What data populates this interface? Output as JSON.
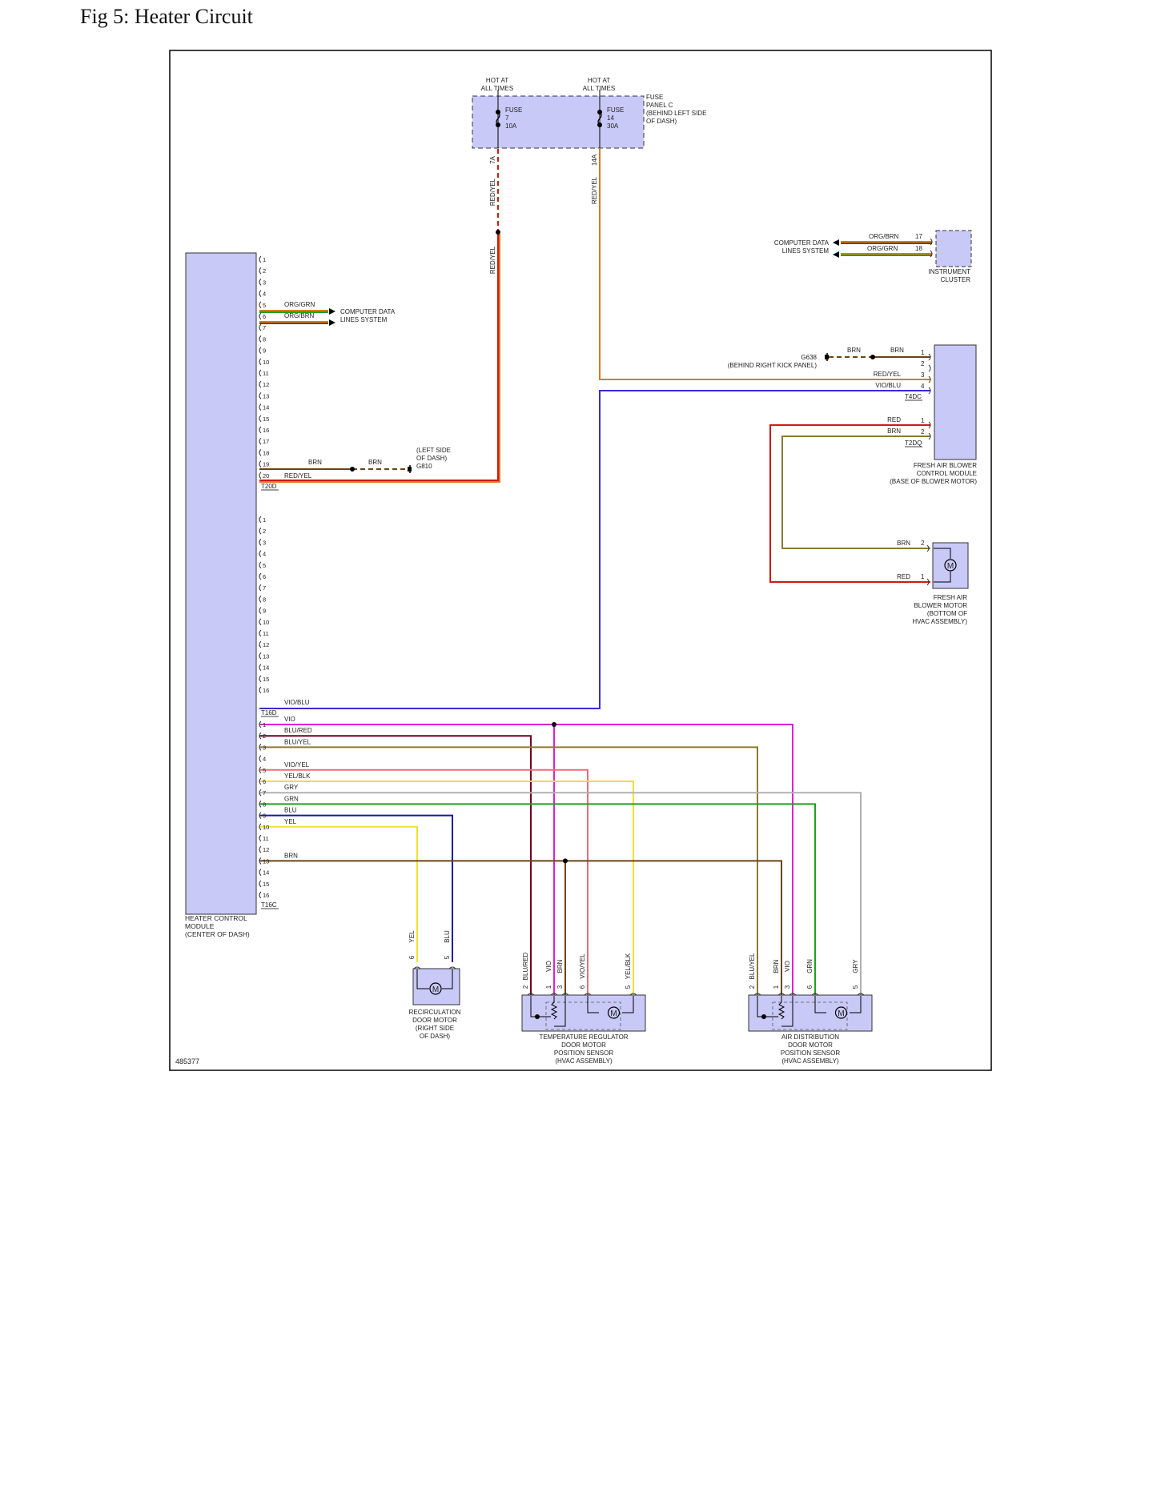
{
  "title": "Fig 5: Heater Circuit",
  "drawing_id": "485377",
  "colors": {
    "RED": "#d01818",
    "BRN": "#6b4412",
    "ORG": "#d77b1c",
    "VIO": "#3b2bd4",
    "MAG": "#e020d0",
    "YEL": "#f0e030",
    "GRN": "#20a020",
    "GRY": "#b0b0b0",
    "BLU": "#1a1aa0",
    "DARKRED": "#700020",
    "OLIVE": "#8a7a30",
    "PINK": "#f06a7a",
    "component_fill": "#c9c9f7"
  },
  "fuse_panel": {
    "hot1": [
      "HOT AT",
      "ALL TIMES"
    ],
    "hot2": [
      "HOT AT",
      "ALL TIMES"
    ],
    "fuse7": [
      "FUSE",
      "7",
      "10A"
    ],
    "fuse14": [
      "FUSE",
      "14",
      "30A"
    ],
    "label": [
      "FUSE",
      "PANEL C",
      "(BEHIND LEFT SIDE",
      "OF DASH)"
    ],
    "term_7a": "7A",
    "term_14a": "14A"
  },
  "wire_labels": {
    "red_yel": "RED/YEL",
    "org_brn": "ORG/BRN",
    "org_grn": "ORG/GRN",
    "brn": "BRN",
    "red": "RED",
    "vio_blu": "VIO/BLU",
    "vio": "VIO",
    "blu_red": "BLU/RED",
    "blu_yel": "BLU/YEL",
    "vio_yel": "VIO/YEL",
    "yel_blk": "YEL/BLK",
    "gry": "GRY",
    "grn": "GRN",
    "blu": "BLU",
    "yel": "YEL"
  },
  "computer_data": [
    "COMPUTER DATA",
    "LINES SYSTEM"
  ],
  "instrument_cluster": {
    "label": [
      "INSTRUMENT",
      "CLUSTER"
    ],
    "pins": [
      "17",
      "18"
    ]
  },
  "ground_g638": [
    "G638",
    "(BEHIND RIGHT KICK PANEL)"
  ],
  "ground_g810": [
    "(LEFT SIDE",
    "OF DASH)",
    "G810"
  ],
  "blower_module": {
    "label": [
      "FRESH AIR BLOWER",
      "CONTROL MODULE",
      "(BASE OF BLOWER MOTOR)"
    ],
    "conn_a": "T4DC",
    "pins_a": [
      "1",
      "2",
      "3",
      "4"
    ],
    "conn_b": "T2DQ",
    "pins_b": [
      "1",
      "2"
    ]
  },
  "blower_motor": {
    "label": [
      "FRESH AIR",
      "BLOWER MOTOR",
      "(BOTTOM OF",
      "HVAC ASSEMBLY)"
    ],
    "pins": [
      "2",
      "1"
    ],
    "symbol": "M"
  },
  "hcm": {
    "label": [
      "HEATER CONTROL",
      "MODULE",
      "(CENTER OF DASH)"
    ],
    "conn1": "T20D",
    "conn2": "T16D",
    "conn3": "T16C",
    "pins20": [
      "1",
      "2",
      "3",
      "4",
      "5",
      "6",
      "7",
      "8",
      "9",
      "10",
      "11",
      "12",
      "13",
      "14",
      "15",
      "16",
      "17",
      "18",
      "19",
      "20"
    ],
    "pins16": [
      "1",
      "2",
      "3",
      "4",
      "5",
      "6",
      "7",
      "8",
      "9",
      "10",
      "11",
      "12",
      "13",
      "14",
      "15",
      "16"
    ]
  },
  "recirc_motor": {
    "label": [
      "RECIRCULATION",
      "DOOR MOTOR",
      "(RIGHT SIDE",
      "OF DASH)"
    ],
    "pins": [
      "6",
      "5"
    ],
    "wires": [
      "YEL",
      "BLU"
    ]
  },
  "temp_motor": {
    "label": [
      "TEMPERATURE REGULATOR",
      "DOOR MOTOR",
      "POSITION SENSOR",
      "(HVAC ASSEMBLY)"
    ],
    "pins": [
      "2",
      "1",
      "3",
      "6",
      "5"
    ],
    "wires": [
      "BLU/RED",
      "VIO",
      "BRN",
      "VIO/YEL",
      "YEL/BLK"
    ]
  },
  "air_motor": {
    "label": [
      "AIR DISTRIBUTION",
      "DOOR MOTOR",
      "POSITION SENSOR",
      "(HVAC ASSEMBLY)"
    ],
    "pins": [
      "2",
      "1",
      "3",
      "6",
      "5"
    ],
    "wires": [
      "BLU/YEL",
      "BRN",
      "VIO",
      "GRN",
      "GRY"
    ]
  }
}
